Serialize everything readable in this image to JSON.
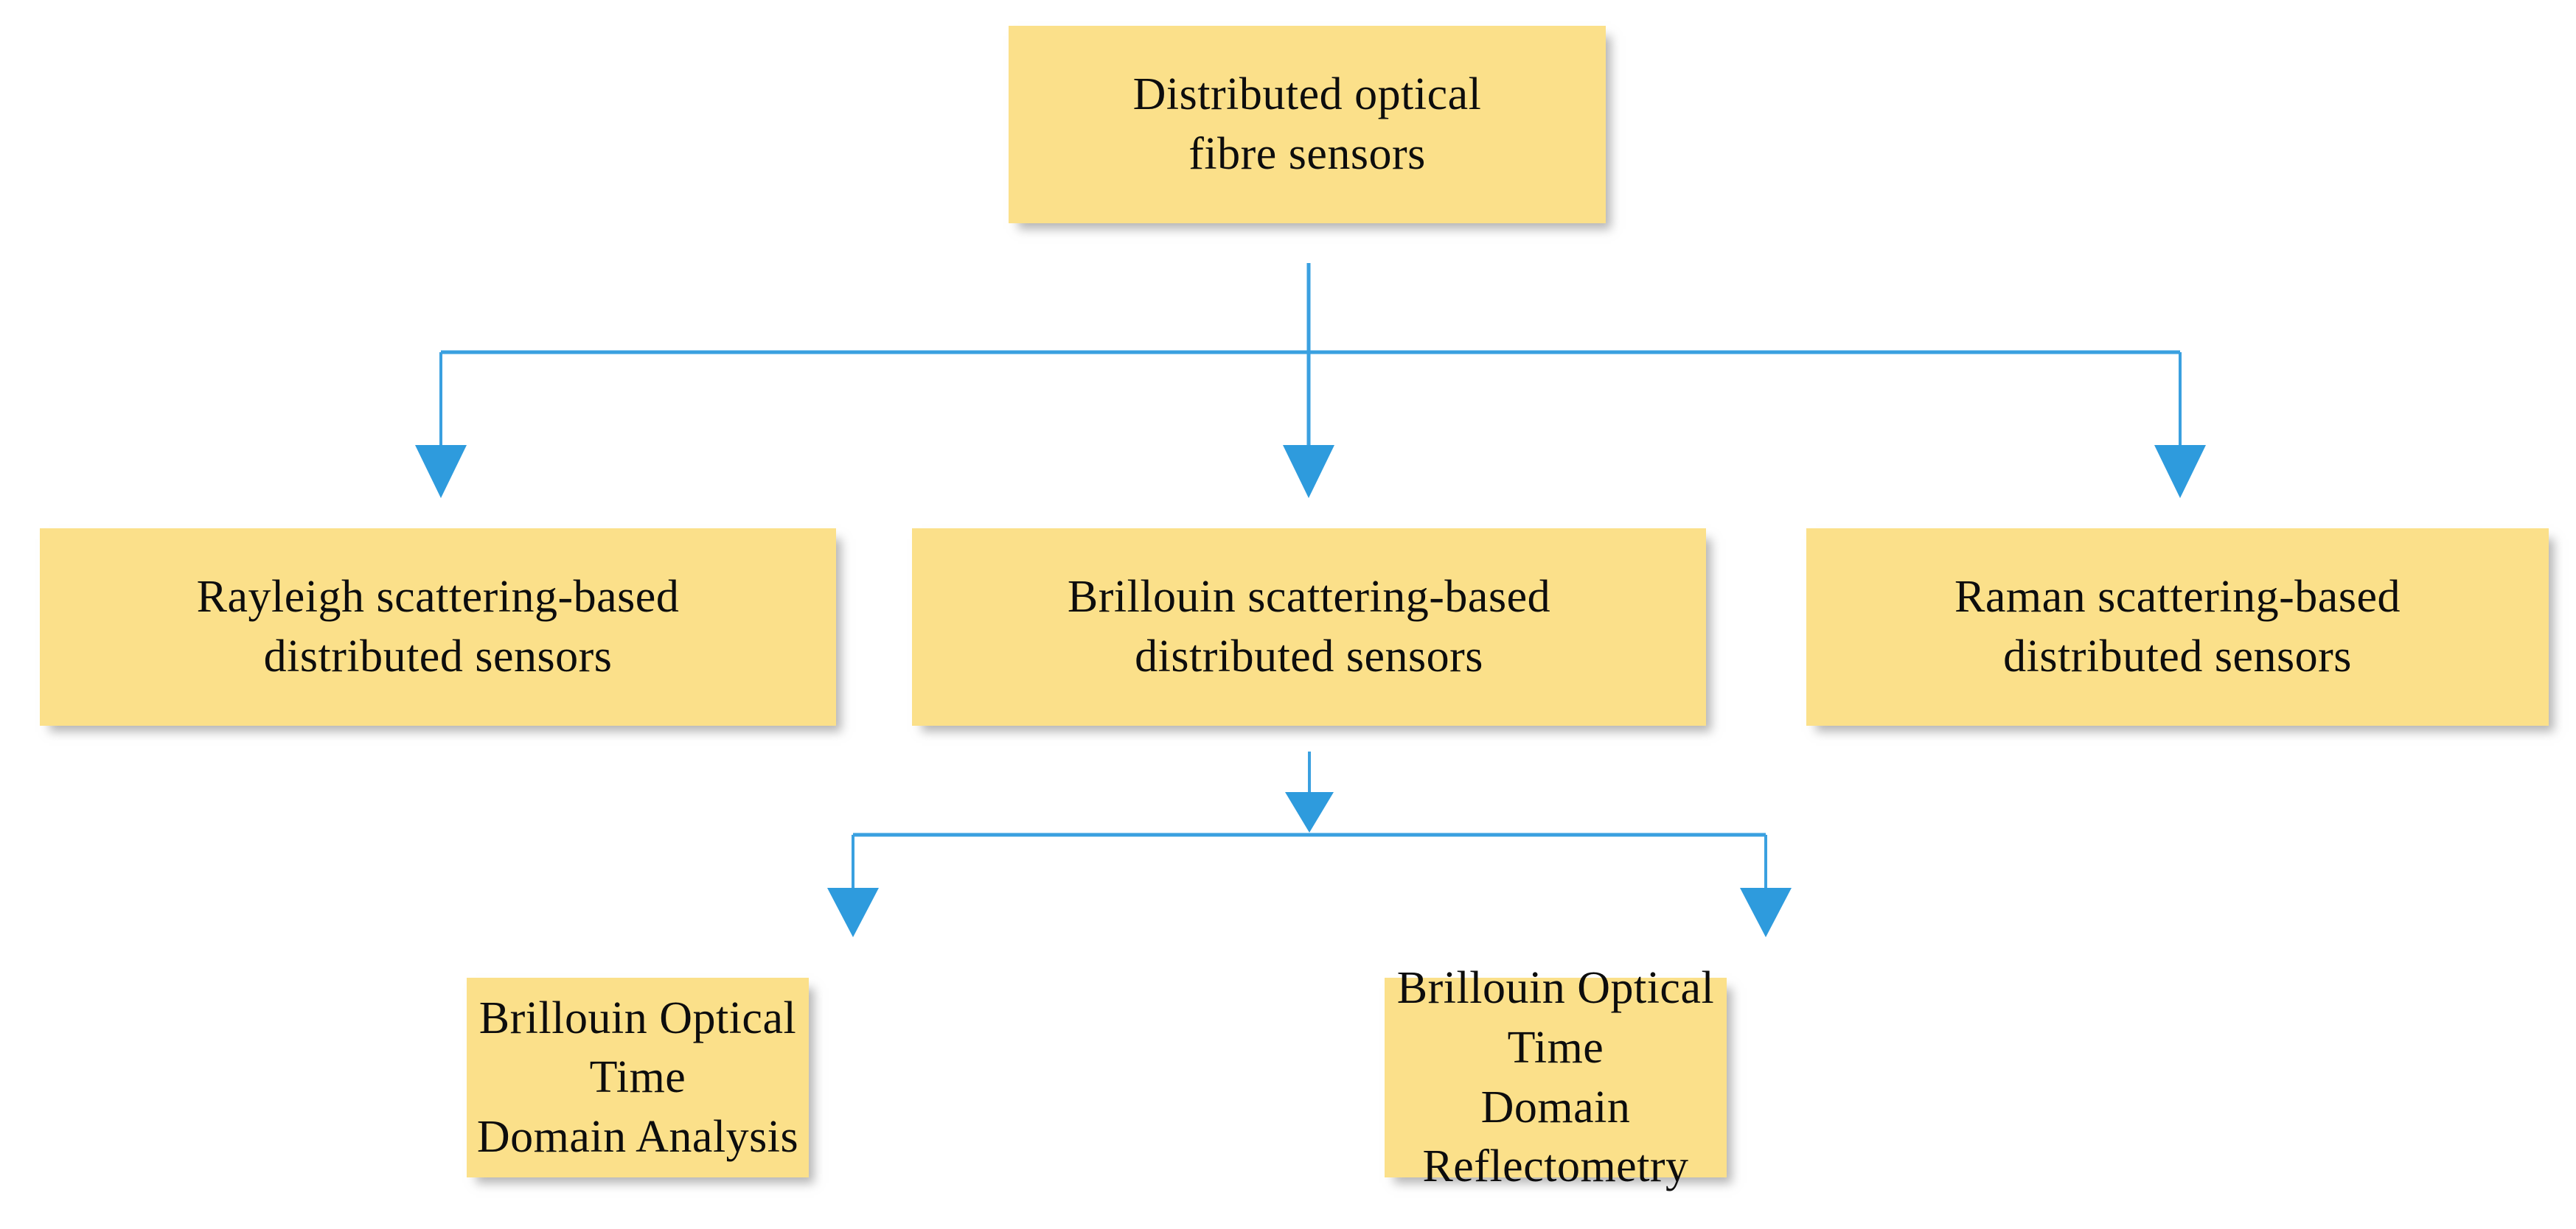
{
  "diagram": {
    "title": "Distributed optical fibre sensors classification",
    "accent_color": "#3aa0e0",
    "node_fill_color": "#fbe08a",
    "node_text_color": "#0d0d0d",
    "background_color": "#ffffff"
  },
  "nodes": {
    "root": {
      "id": "distributed-optical-fibre-sensors",
      "label": "Distributed optical fibre sensors",
      "line1": "Distributed  optical",
      "line2": "fibre sensors"
    },
    "rayleigh": {
      "id": "rayleigh-scattering-based-distributed-sensors",
      "label": "Rayleigh scattering-based distributed sensors",
      "line1": "Rayleigh  scattering-based",
      "line2": "distributed sensors"
    },
    "brillouin": {
      "id": "brillouin-scattering-based-distributed-sensors",
      "label": "Brillouin scattering-based distributed sensors",
      "line1": "Brillouin  scattering-based",
      "line2": "distributed sensors"
    },
    "raman": {
      "id": "raman-scattering-based-distributed-sensors",
      "label": "Raman scattering-based distributed sensors",
      "line1": "Raman scattering-based",
      "line2": "distributed sensors"
    },
    "botda": {
      "id": "brillouin-optical-time-domain-analysis",
      "label": "Brillouin Optical Time Domain Analysis",
      "line1": "Brillouin Optical Time",
      "line2": "Domain Analysis"
    },
    "botdr": {
      "id": "brillouin-optical-time-domain-reflectometry",
      "label": "Brillouin Optical Time Domain Reflectometry",
      "line1": "Brillouin Optical Time",
      "line2": "Domain Reflectometry"
    }
  },
  "edges": [
    {
      "from": "root",
      "to": "rayleigh"
    },
    {
      "from": "root",
      "to": "brillouin"
    },
    {
      "from": "root",
      "to": "raman"
    },
    {
      "from": "brillouin",
      "to": "botda"
    },
    {
      "from": "brillouin",
      "to": "botdr"
    }
  ]
}
